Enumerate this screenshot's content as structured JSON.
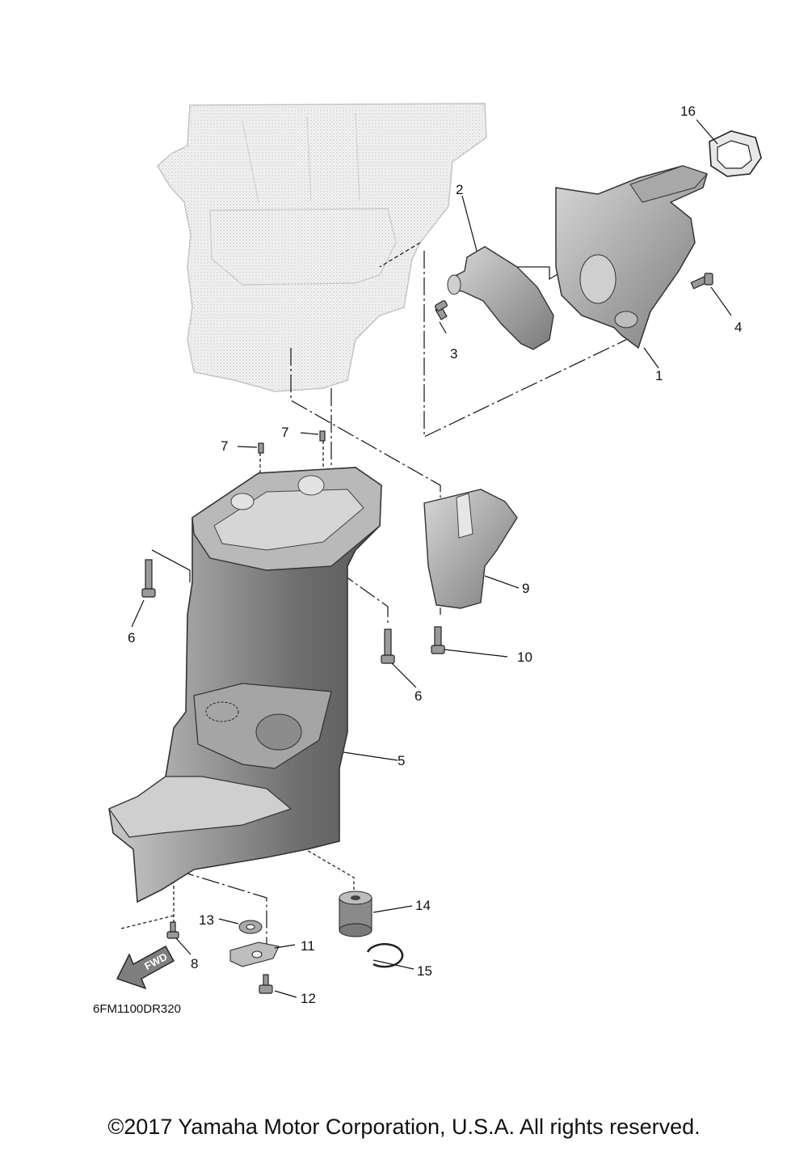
{
  "diagram": {
    "drawing_code": "6FM1100DR320",
    "fwd_label": "FWD",
    "copyright": "©2017 Yamaha Motor Corporation, U.S.A. All rights reserved.",
    "callouts": {
      "c1": "1",
      "c2": "2",
      "c3": "3",
      "c4": "4",
      "c5": "5",
      "c6a": "6",
      "c6b": "6",
      "c7a": "7",
      "c7b": "7",
      "c8": "8",
      "c9": "9",
      "c10": "10",
      "c11": "11",
      "c12": "12",
      "c13": "13",
      "c14": "14",
      "c15": "15",
      "c16": "16"
    }
  }
}
